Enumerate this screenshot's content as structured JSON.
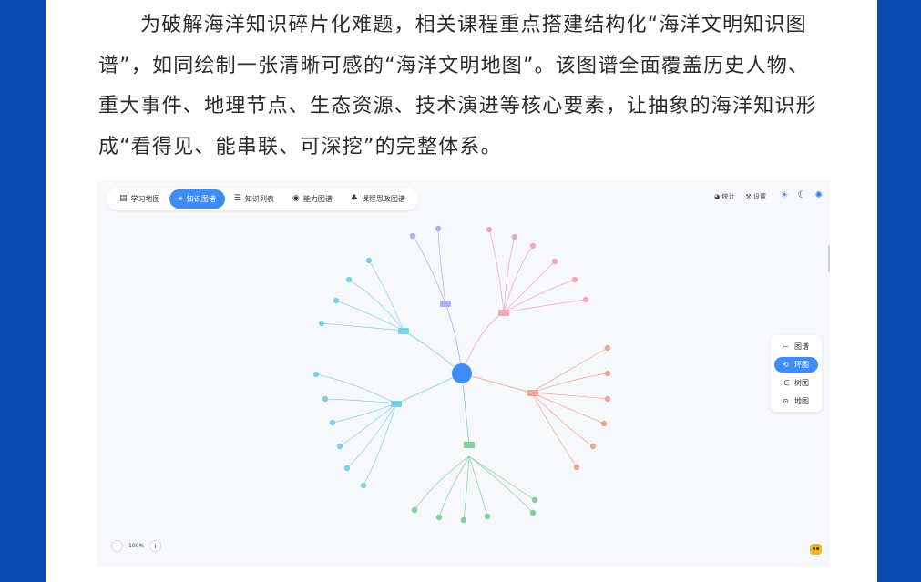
{
  "article": {
    "paragraph": "为破解海洋知识碎片化难题，相关课程重点搭建结构化“海洋文明知识图谱”，如同绘制一张清晰可感的“海洋文明地图”。该图谱全面覆盖历史人物、重大事件、地理节点、生态资源、技术演进等核心要素，让抽象的海洋知识形成“看得见、能串联、可深挖”的完整体系。"
  },
  "nav": {
    "tabs": [
      {
        "icon": "▤",
        "label": "学习地图"
      },
      {
        "icon": "⚹",
        "label": "知识图谱"
      },
      {
        "icon": "☰",
        "label": "知识列表"
      },
      {
        "icon": "◉",
        "label": "能力图谱"
      },
      {
        "icon": "♣",
        "label": "课程思政图谱"
      }
    ]
  },
  "toolbar": {
    "stats": "统计",
    "settings": "设置"
  },
  "theme_icons": {
    "sun": "☀",
    "moon": "☾",
    "palette": "✺"
  },
  "layout_panel": {
    "items": [
      {
        "icon": "⊢",
        "label": "图谱"
      },
      {
        "icon": "⟲",
        "label": "环图"
      },
      {
        "icon": "⋲",
        "label": "树图"
      },
      {
        "icon": "⊙",
        "label": "地图"
      }
    ]
  },
  "zoom": {
    "minus": "−",
    "level": "100%",
    "plus": "+"
  },
  "colors": {
    "accent": "#3f8cf5",
    "background": "#0a4ab0",
    "branch_purple": "#a9b3ef",
    "branch_pink": "#f3a7bd",
    "branch_salmon": "#f1a48f",
    "branch_green": "#7fd1a0",
    "branch_cyan": "#7fcfe6"
  }
}
